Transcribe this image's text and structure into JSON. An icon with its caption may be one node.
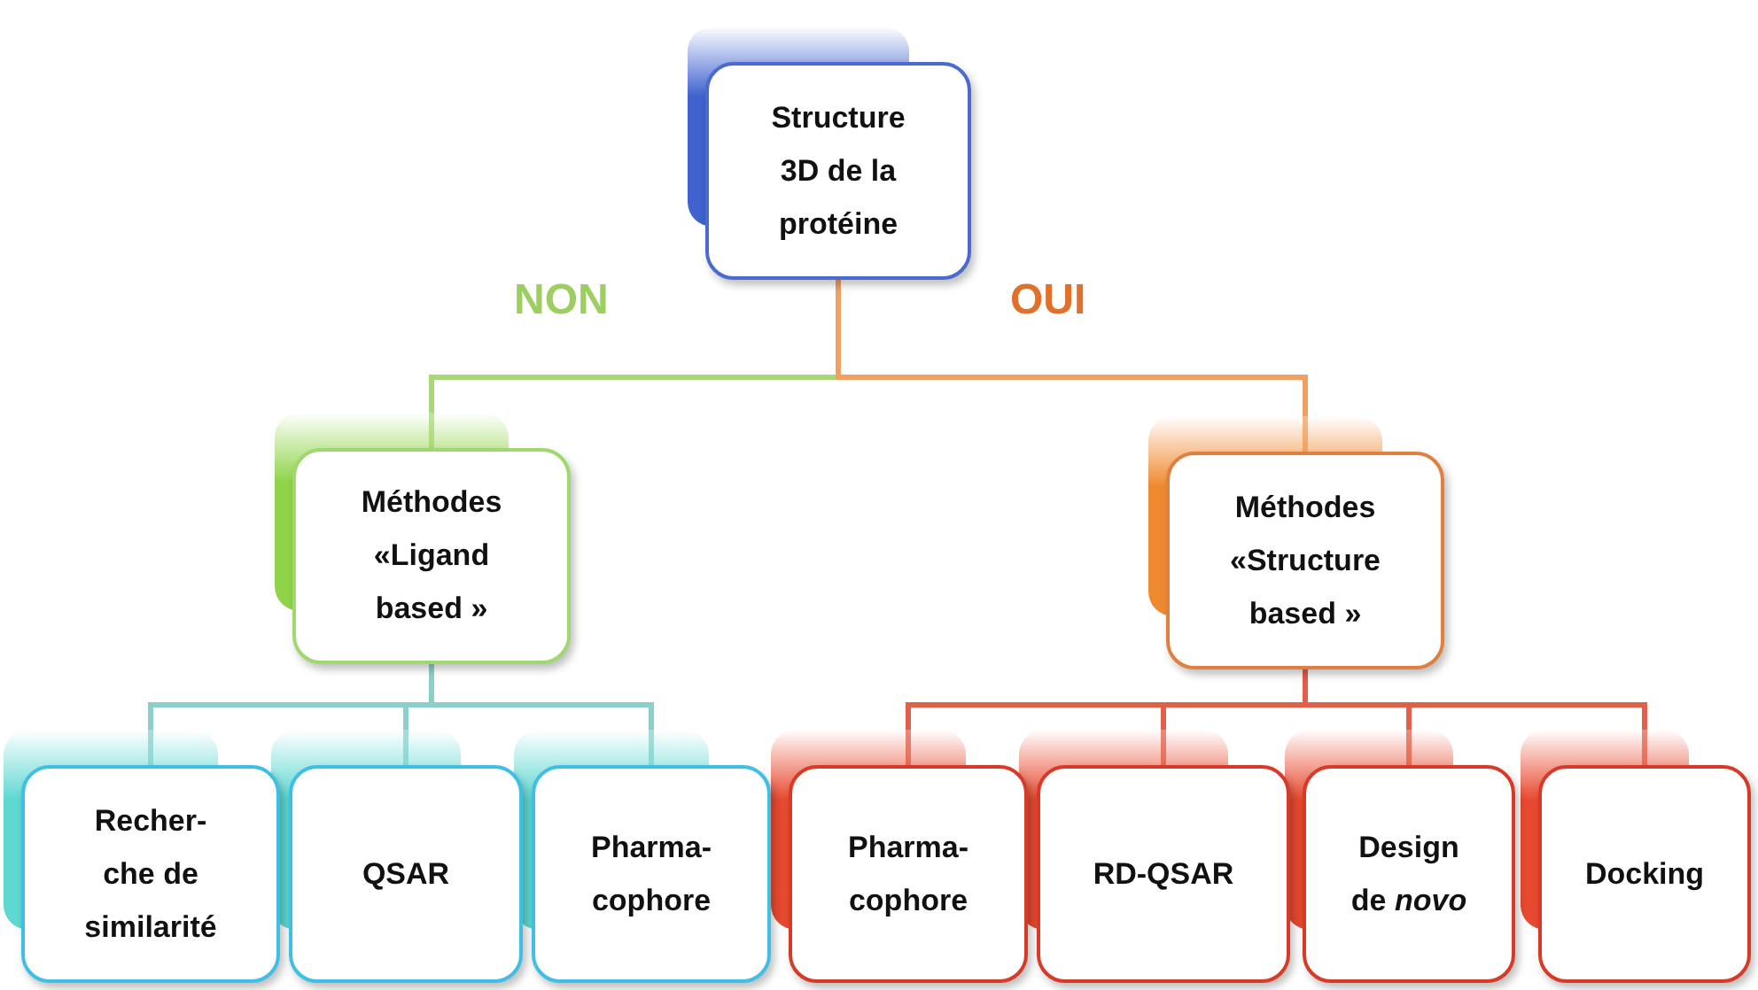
{
  "diagram": {
    "nodes": [
      {
        "text": [
          "Structure 3D de la protéine"
        ]
      },
      {
        "text": [
          "Méthodes «Ligand based »"
        ]
      },
      {
        "text": [
          "Méthodes «Structure based »"
        ]
      },
      {
        "text": [
          "Recher- che de similarité"
        ]
      },
      {
        "text": [
          "QSAR"
        ]
      },
      {
        "text": [
          "Pharma- cophore"
        ]
      },
      {
        "text": [
          "Pharma- cophore"
        ]
      },
      {
        "text": [
          "RD-QSAR"
        ]
      },
      {
        "text": [
          "Design de *novo*"
        ]
      },
      {
        "text": [
          "Docking"
        ]
      }
    ],
    "edges": [
      {
        "from": 0,
        "to": 1,
        "arrow": "none",
        "color": "#a8d878"
      },
      {
        "from": 0,
        "to": 2,
        "arrow": "none",
        "color": "#f0a060"
      },
      {
        "from": 1,
        "to": 3,
        "arrow": "none",
        "color": "#8ccfc8"
      },
      {
        "from": 1,
        "to": 4,
        "arrow": "none",
        "color": "#8ccfc8"
      },
      {
        "from": 1,
        "to": 5,
        "arrow": "none",
        "color": "#8ccfc8"
      },
      {
        "from": 2,
        "to": 6,
        "arrow": "none",
        "color": "#e0604a"
      },
      {
        "from": 2,
        "to": 7,
        "arrow": "none",
        "color": "#e0604a"
      },
      {
        "from": 2,
        "to": 8,
        "arrow": "none",
        "color": "#e0604a"
      },
      {
        "from": 2,
        "to": 9,
        "arrow": "none",
        "color": "#e0604a"
      }
    ],
    "labels": [
      "NON",
      "OUI"
    ]
  }
}
